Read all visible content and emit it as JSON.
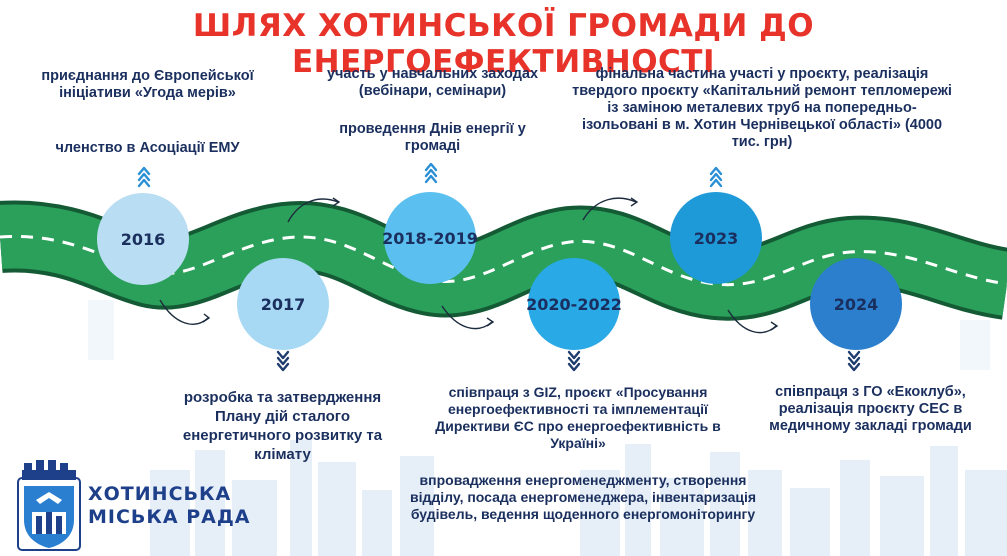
{
  "title": "ШЛЯХ ХОТИНСЬКОЇ ГРОМАДИ ДО ЕНЕРГОЕФЕКТИВНОСТІ",
  "milestones": [
    {
      "year": "2016",
      "color": "#b9ddf2",
      "texts": [
        "приєднання до Європейської ініціативи «Угода мерів»",
        "членство в Асоціації ЕМУ"
      ]
    },
    {
      "year": "2017",
      "color": "#a7d9f4",
      "texts": [
        "розробка та затвердження Плану дій сталого енергетичного розвитку та клімату"
      ]
    },
    {
      "year": "2018-2019",
      "color": "#5bc0ef",
      "texts": [
        "участь у навчальних заходах (вебінари, семінари)",
        "проведення Днів енергії у громаді"
      ]
    },
    {
      "year": "2020-2022",
      "color": "#29a9e6",
      "texts": [
        "співпраця з GIZ, проєкт «Просування енергоефективності та імплементації Директиви ЄС про енергоефективність в Україні»",
        "впровадження енергоменеджменту, створення відділу, посада енергоменеджера, інвентаризація будівель, ведення щоденного енергомоніторингу"
      ]
    },
    {
      "year": "2023",
      "color": "#1f9ad8",
      "texts": [
        "фінальна частина участі у проєкту, реалізація твердого проєкту «Капітальний ремонт тепломережі із заміною металевих труб на попередньо-ізольовані в м. Хотин Чернівецької області» (4000 тис. грн)"
      ]
    },
    {
      "year": "2024",
      "color": "#2b7fcc",
      "texts": [
        "співпраця з ГО «Екоклуб», реалізація проєкту СЕС в медичному закладі громади"
      ]
    }
  ],
  "logo": {
    "line1": "ХОТИНСЬКА",
    "line2": "МІСЬКА РАДА"
  },
  "colors": {
    "title": "#e8332a",
    "road": "#2aa05a",
    "road_edge": "#145a34",
    "text": "#1a2f5e"
  }
}
